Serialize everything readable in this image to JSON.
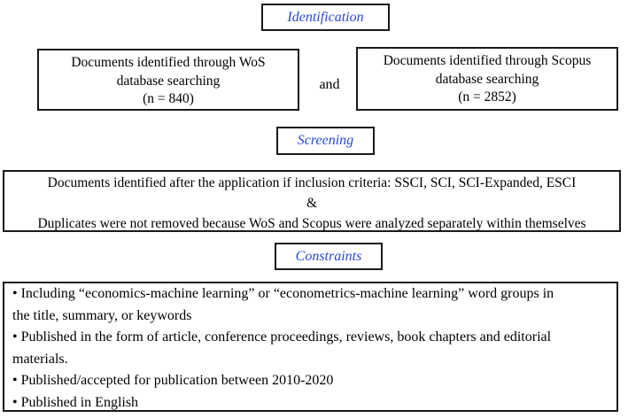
{
  "palette": {
    "label_blue": "#2a49d5",
    "ink": "#000000",
    "border": "#1a1a1a",
    "background": "#ffffff"
  },
  "labels": {
    "identification": "Identification",
    "screening": "Screening",
    "constraints": "Constraints"
  },
  "wos_box": {
    "lines": [
      "Documents identified through WoS",
      "database searching",
      "(n = 840)"
    ]
  },
  "connector": {
    "text": "and"
  },
  "scopus_box": {
    "lines": [
      "Documents identified through Scopus",
      "database searching",
      "(n = 2852)"
    ]
  },
  "screening_result_box": {
    "lines": [
      "Documents identified after the application if inclusion criteria: SSCI, SCI, SCI-Expanded, ESCI",
      "&",
      "Duplicates were not removed because WoS and Scopus were analyzed separately within themselves"
    ]
  },
  "constraints_box": {
    "lines": [
      "• Including “economics-machine learning” or “econometrics-machine learning” word groups in",
      "the title, summary, or keywords",
      "• Published in the form of article, conference proceedings, reviews, book chapters and editorial",
      "materials.",
      "• Published/accepted for publication between 2010-2020",
      "• Published in English"
    ]
  }
}
